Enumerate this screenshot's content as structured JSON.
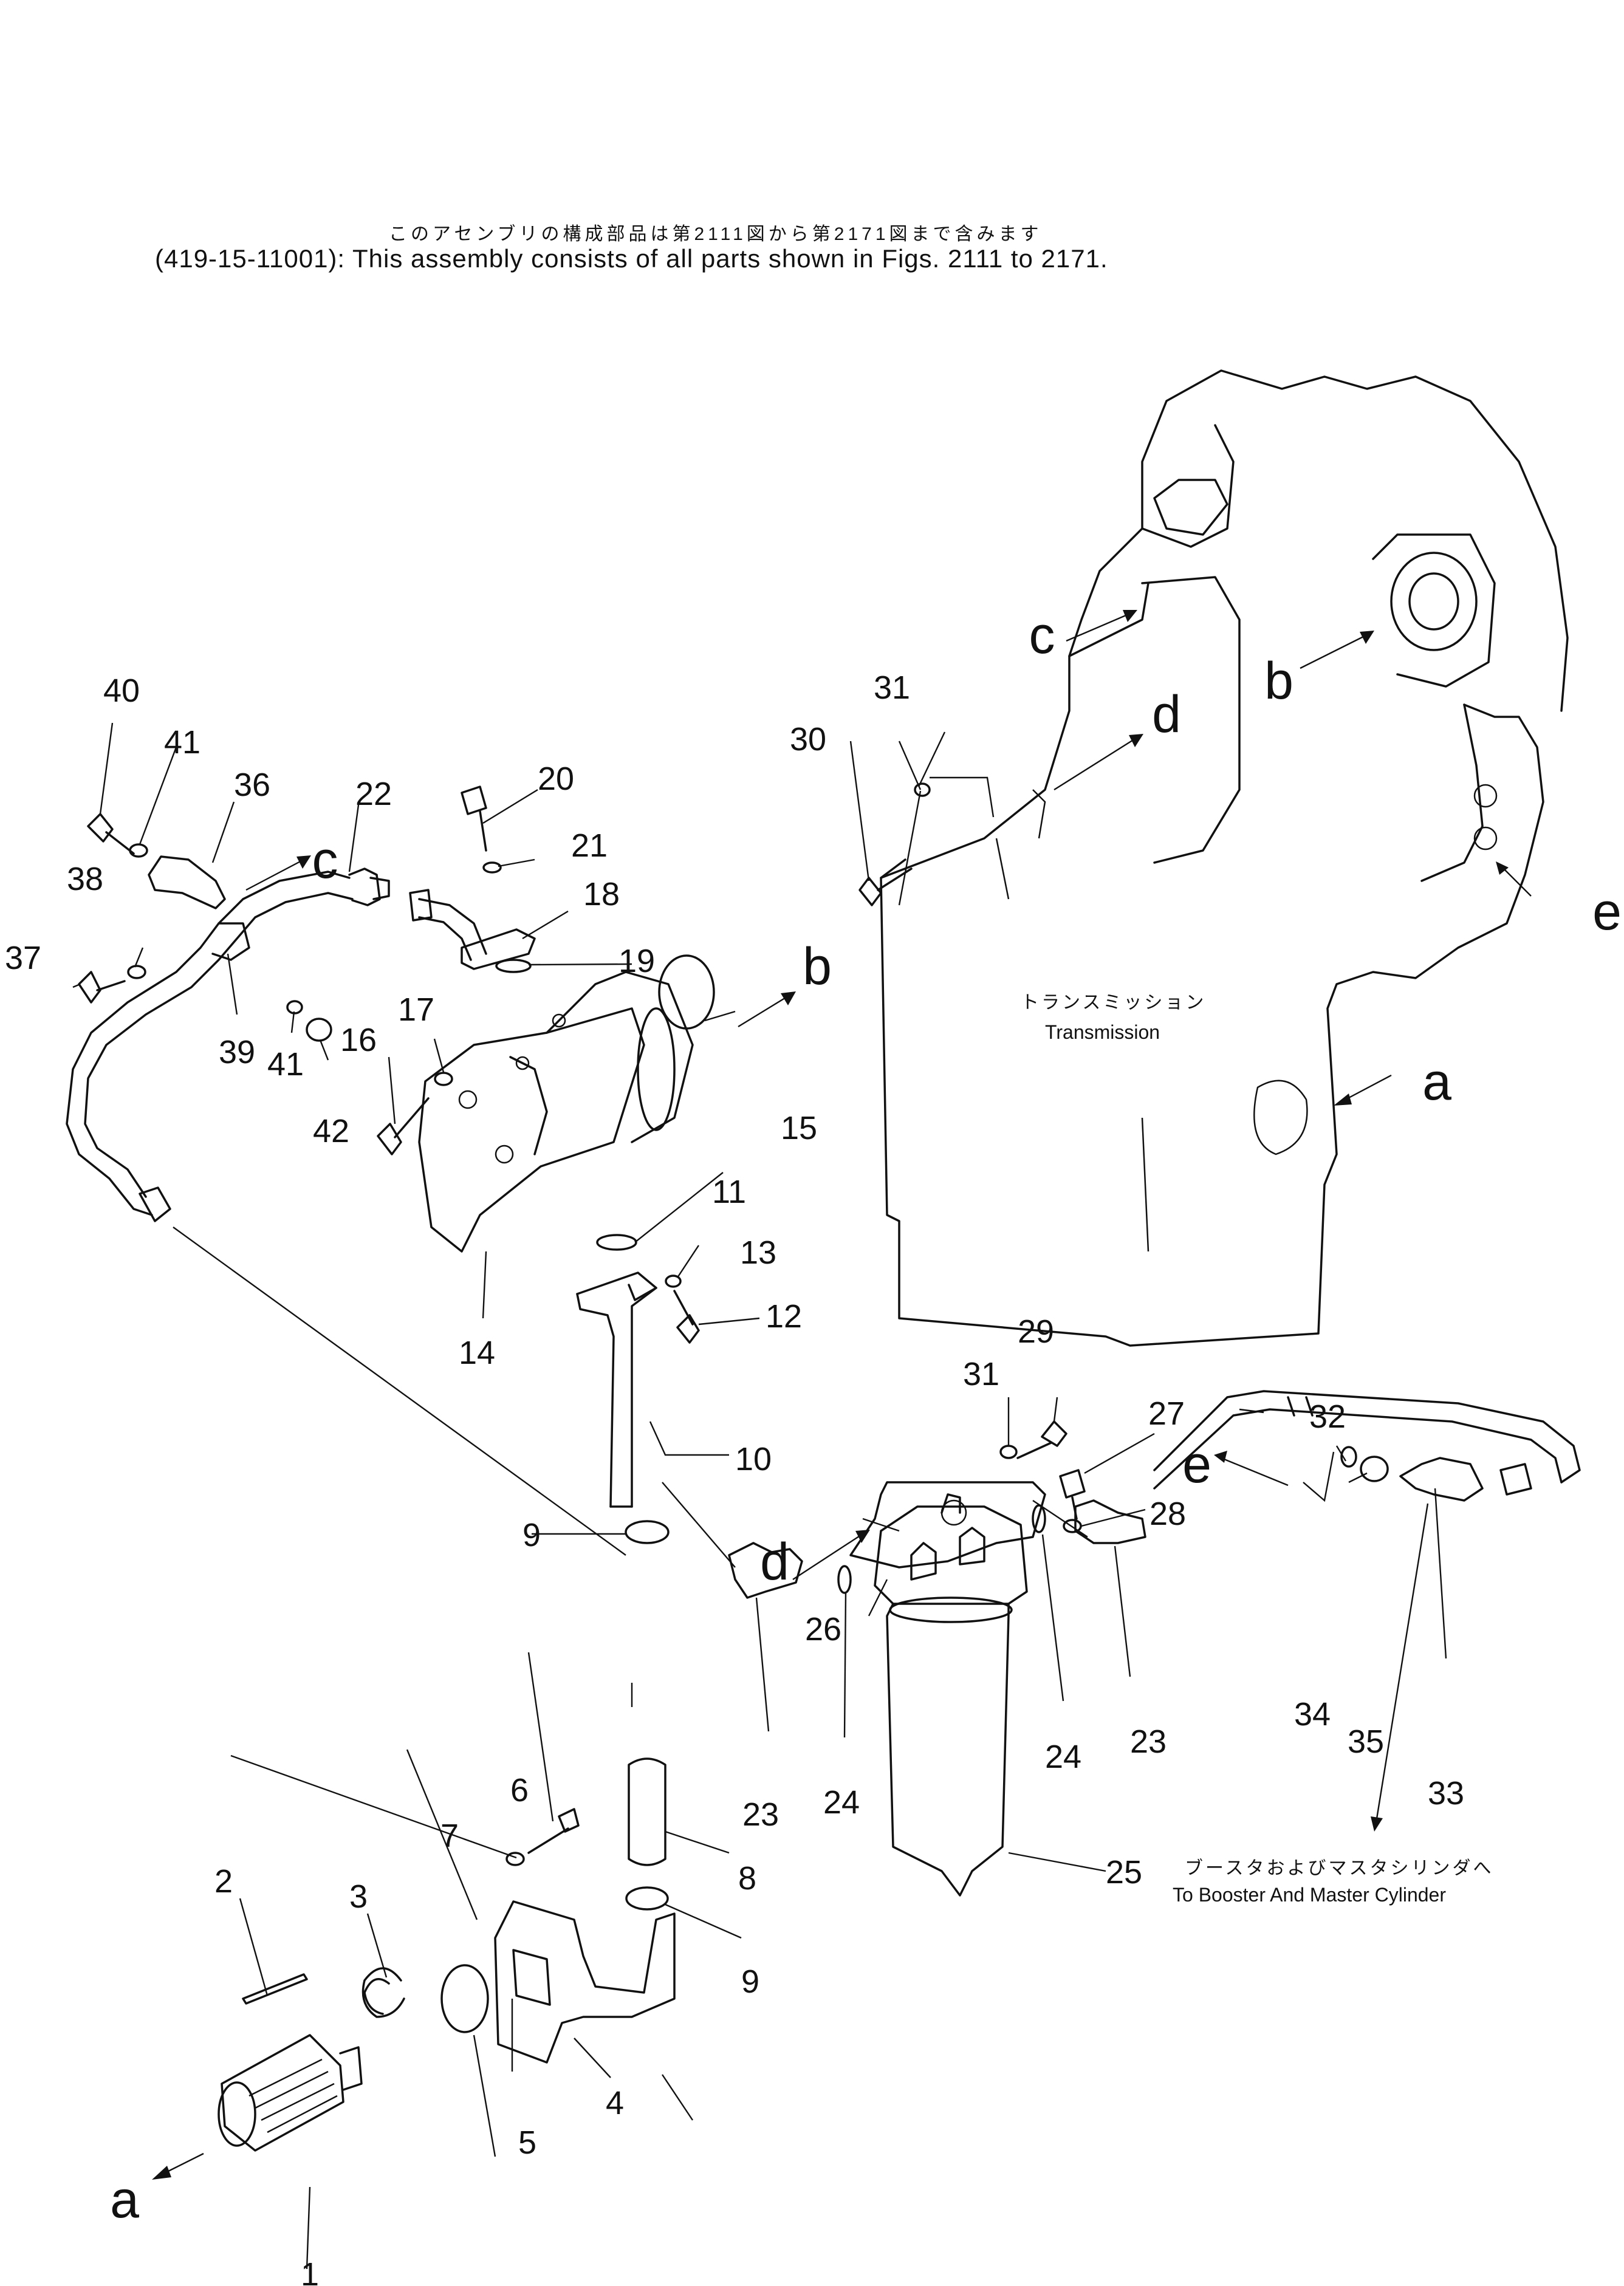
{
  "header": {
    "japanese": "このアセンブリの構成部品は第2111図から第2171図まで含みます",
    "english": "(419-15-11001): This assembly consists of all parts shown in Figs. 2111 to 2171."
  },
  "transmission": {
    "jp": "トランスミッション",
    "en": "Transmission"
  },
  "destination": {
    "jp": "ブースタおよびマスタシリンダへ",
    "en": "To Booster And Master Cylinder"
  },
  "callouts": {
    "p1": "1",
    "p2": "2",
    "p3": "3",
    "p4": "4",
    "p5": "5",
    "p6": "6",
    "p7": "7",
    "p8": "8",
    "p9a": "9",
    "p9b": "9",
    "p10": "10",
    "p11": "11",
    "p12": "12",
    "p13": "13",
    "p14": "14",
    "p15": "15",
    "p16": "16",
    "p17": "17",
    "p18": "18",
    "p19": "19",
    "p20": "20",
    "p21": "21",
    "p22": "22",
    "p23a": "23",
    "p23b": "23",
    "p24a": "24",
    "p24b": "24",
    "p25": "25",
    "p26": "26",
    "p27": "27",
    "p28": "28",
    "p29": "29",
    "p30": "30",
    "p31a": "31",
    "p31b": "31",
    "p32": "32",
    "p33": "33",
    "p34": "34",
    "p35": "35",
    "p36": "36",
    "p37": "37",
    "p38": "38",
    "p39": "39",
    "p40": "40",
    "p41a": "41",
    "p41b": "41",
    "p42": "42"
  },
  "connection_letters": {
    "a_filter": "a",
    "a_trans": "a",
    "b_pump": "b",
    "b_trans": "b",
    "c_bracket": "c",
    "c_trans": "c",
    "d_filter": "d",
    "d_trans": "d",
    "e_pipe": "e",
    "e_trans": "e"
  }
}
